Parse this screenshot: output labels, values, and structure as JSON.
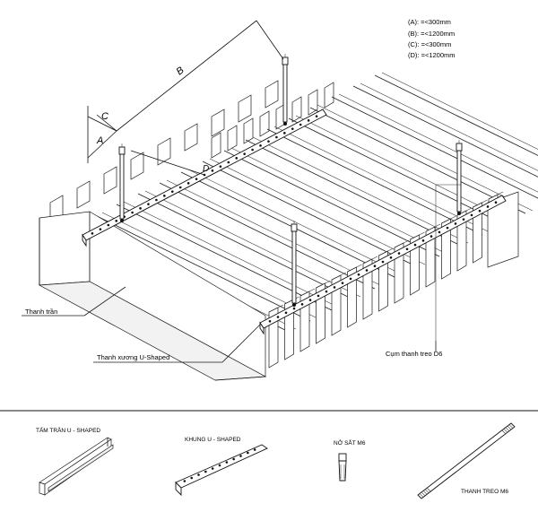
{
  "spec_lines": [
    "(A): =<300mm",
    "(B): =<1200mm",
    "(C): =<300mm",
    "(D): =<1200mm"
  ],
  "dimension_labels": {
    "a": "A",
    "b": "B",
    "c": "C",
    "d": "D"
  },
  "callouts": {
    "thanh_tran": "Thanh trần",
    "thanh_xuong": "Thanh xương U-Shaped",
    "cum_thanh_treo": "Cụm thanh treo D6"
  },
  "components": [
    {
      "label": "TẤM TRẦN  U - SHAPED"
    },
    {
      "label": "KHUNG U - SHAPED"
    },
    {
      "label": "NỞ SẮT M6"
    },
    {
      "label": "THANH TREO M6"
    }
  ]
}
